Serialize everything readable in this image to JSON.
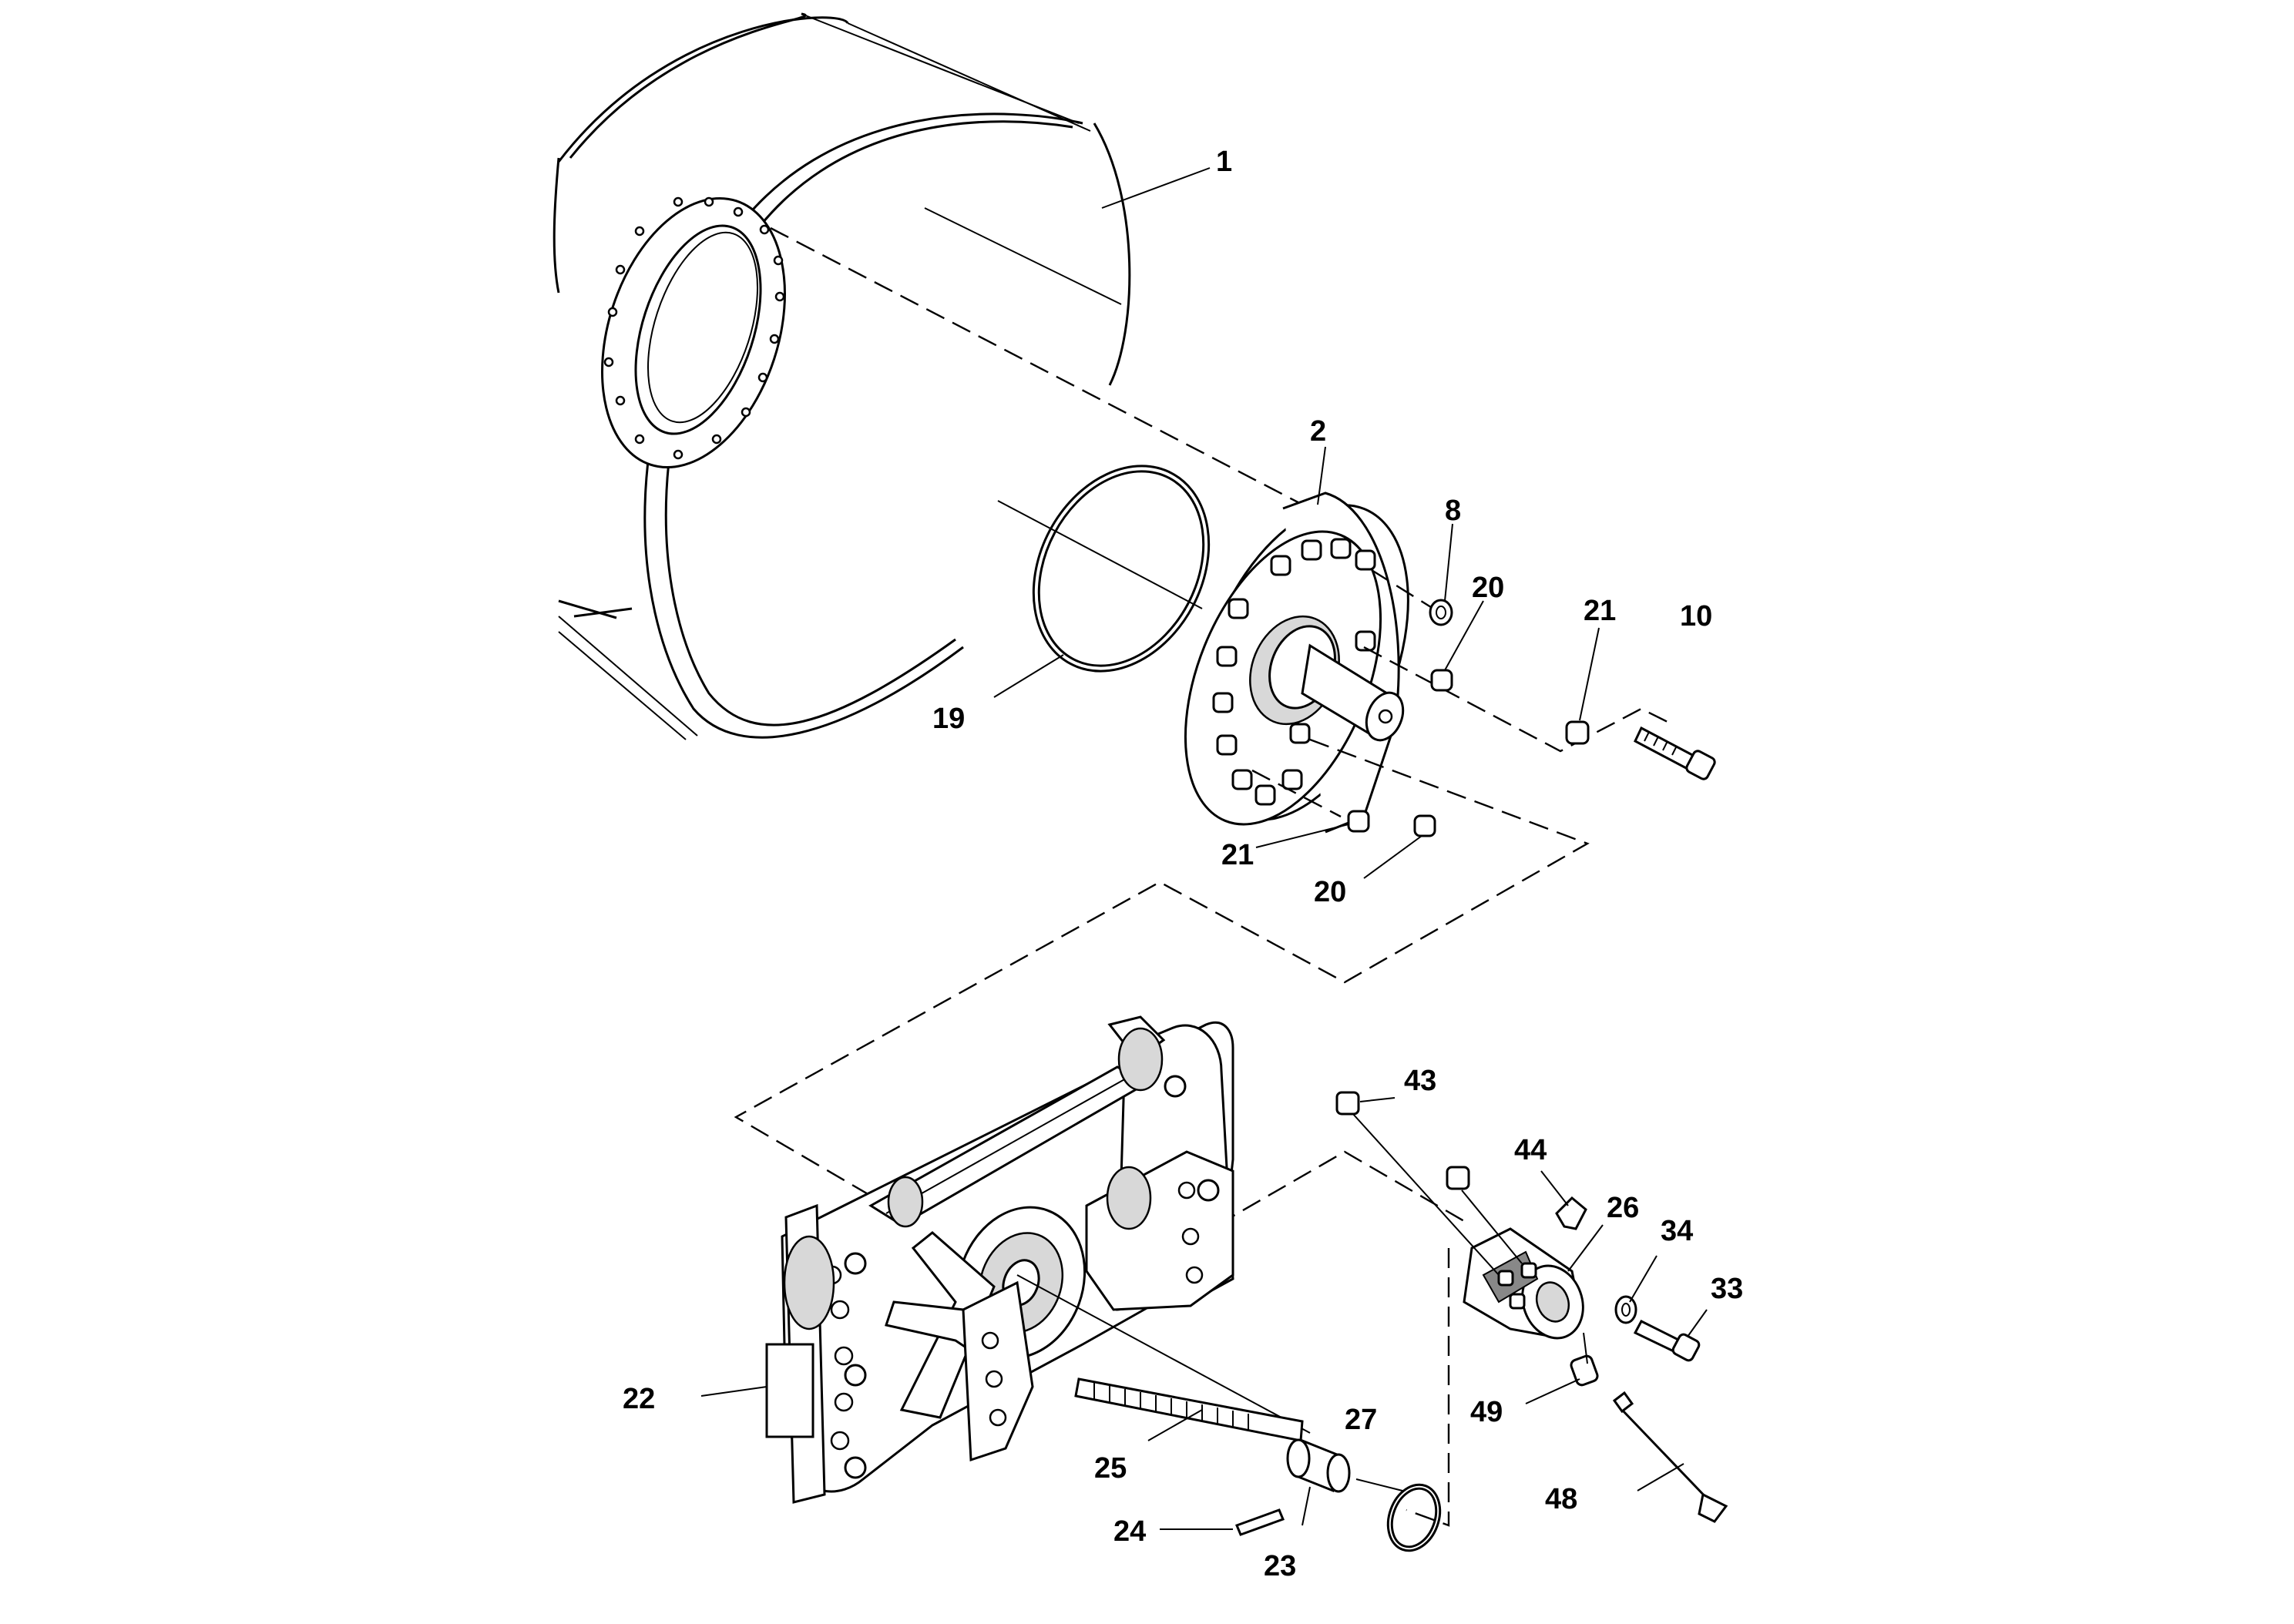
{
  "callouts": [
    {
      "id": "1",
      "label": "1"
    },
    {
      "id": "2",
      "label": "2"
    },
    {
      "id": "8",
      "label": "8"
    },
    {
      "id": "20a",
      "label": "20"
    },
    {
      "id": "21a",
      "label": "21"
    },
    {
      "id": "10",
      "label": "10"
    },
    {
      "id": "19",
      "label": "19"
    },
    {
      "id": "21b",
      "label": "21"
    },
    {
      "id": "20b",
      "label": "20"
    },
    {
      "id": "43",
      "label": "43"
    },
    {
      "id": "44",
      "label": "44"
    },
    {
      "id": "26",
      "label": "26"
    },
    {
      "id": "34",
      "label": "34"
    },
    {
      "id": "33",
      "label": "33"
    },
    {
      "id": "22",
      "label": "22"
    },
    {
      "id": "49",
      "label": "49"
    },
    {
      "id": "27",
      "label": "27"
    },
    {
      "id": "25",
      "label": "25"
    },
    {
      "id": "48",
      "label": "48"
    },
    {
      "id": "24",
      "label": "24"
    },
    {
      "id": "23",
      "label": "23"
    }
  ]
}
